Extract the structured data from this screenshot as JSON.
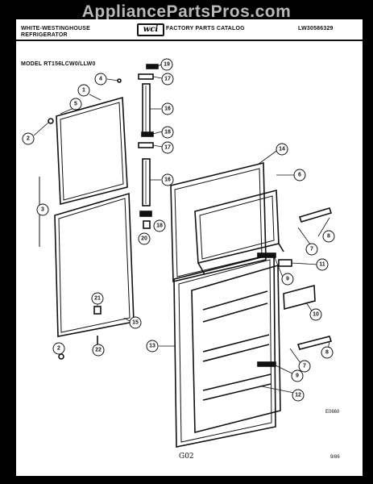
{
  "watermark": "AppliancePartsPros.com",
  "header": {
    "brand_line1": "WHITE-WESTINGHOUSE",
    "brand_line2": "REFRIGERATOR",
    "catalog_title": "FACTORY PARTS CATALOG",
    "catalog_number": "LW30586329",
    "model_line": "MODEL RT156LCW0/LLW0"
  },
  "callouts": [
    "1",
    "2",
    "2",
    "3",
    "4",
    "5",
    "6",
    "7",
    "7",
    "8",
    "8",
    "9",
    "9",
    "10",
    "11",
    "12",
    "13",
    "14",
    "15",
    "16",
    "16",
    "17",
    "17",
    "18",
    "18",
    "19",
    "20",
    "21",
    "22"
  ],
  "footer": {
    "drawing_code": "E0660",
    "page_code": "G02",
    "date": "9/86"
  }
}
